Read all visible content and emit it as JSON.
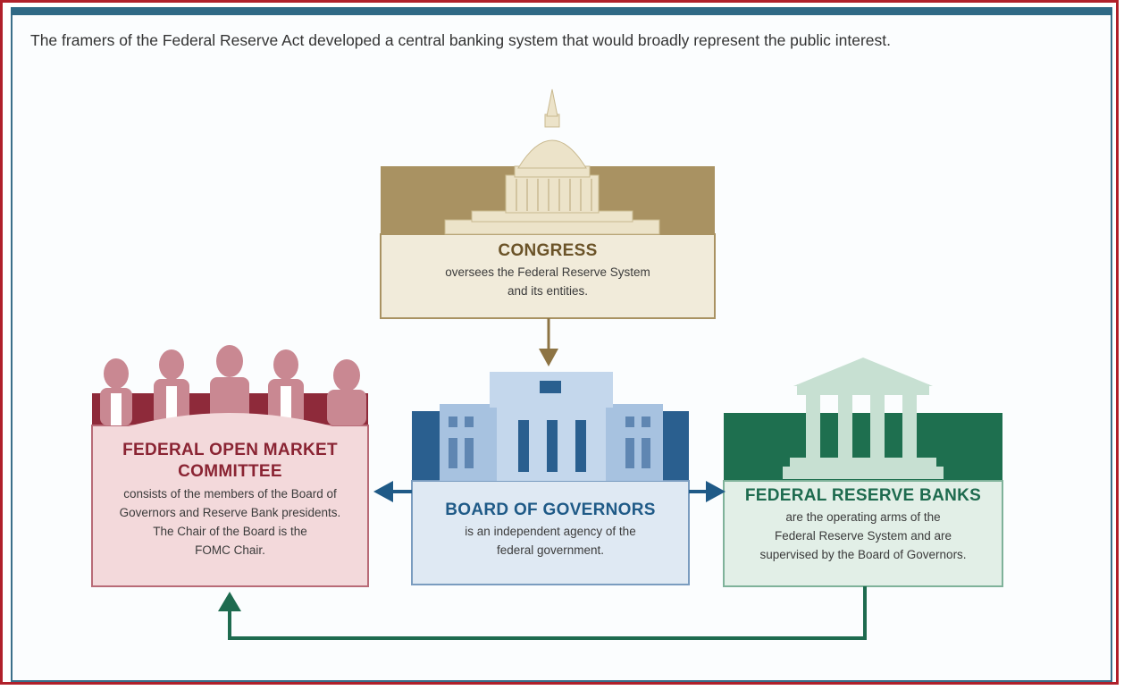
{
  "intro_text": "The framers of the Federal Reserve Act developed a central banking system that would broadly represent the public interest.",
  "congress": {
    "title": "CONGRESS",
    "desc_line1": "oversees the Federal Reserve System",
    "desc_line2": "and its entities.",
    "color": "#6b5328"
  },
  "board": {
    "title": "BOARD OF GOVERNORS",
    "desc_line1": "is an independent agency of the",
    "desc_line2": "federal government.",
    "color": "#1f5a87"
  },
  "fomc": {
    "title_line1": "FEDERAL OPEN MARKET",
    "title_line2": "COMMITTEE",
    "desc_line1": "consists of the members of the Board of",
    "desc_line2": "Governors and Reserve Bank presidents.",
    "desc_line3": "The Chair of the Board is the",
    "desc_line4": "FOMC Chair.",
    "color": "#8a2433"
  },
  "banks": {
    "title": "FEDERAL RESERVE BANKS",
    "desc_line1": "are the operating arms of the",
    "desc_line2": "Federal Reserve System and are",
    "desc_line3": "supervised by the Board of Governors.",
    "color": "#1e6b4f"
  }
}
